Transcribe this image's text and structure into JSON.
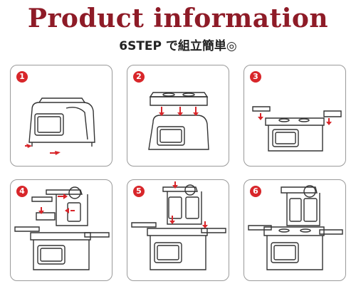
{
  "header": {
    "title": "Product information",
    "subtitle": "6STEP で組立簡単◎"
  },
  "steps": [
    {
      "number": "1"
    },
    {
      "number": "2"
    },
    {
      "number": "3"
    },
    {
      "number": "4"
    },
    {
      "number": "5"
    },
    {
      "number": "6"
    }
  ],
  "colors": {
    "title": "#8e1b27",
    "badge": "#d8262a",
    "arrow": "#d8262a",
    "panel_border": "#9a9a9a",
    "line_art": "#333333"
  }
}
